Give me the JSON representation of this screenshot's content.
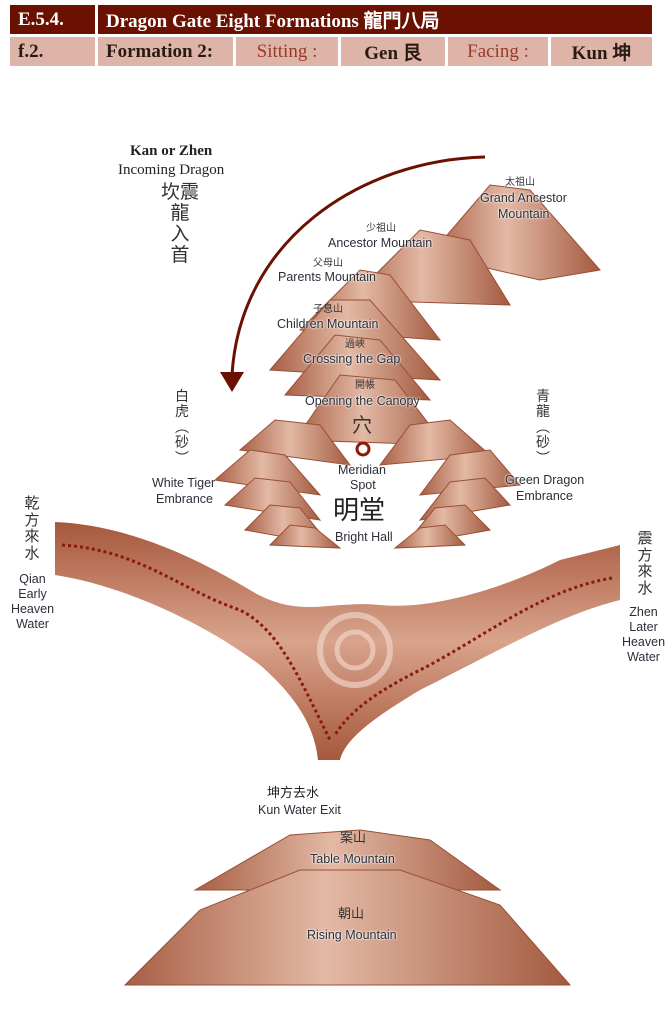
{
  "header": {
    "section": "E.5.4.",
    "title": "Dragon Gate Eight Formations 龍門八局",
    "figure": "f.2.",
    "formation": "Formation 2:",
    "sitting_label": "Sitting :",
    "sitting_value": "Gen 艮",
    "facing_label": "Facing :",
    "facing_value": "Kun 坤"
  },
  "colors": {
    "header_dark": "#6b1102",
    "header_light": "#ddb4a7",
    "mountain": "#b8735a",
    "arrow": "#6b1102"
  },
  "diagram": {
    "incoming_dragon": {
      "title": "Kan or Zhen",
      "subtitle": "Incoming Dragon",
      "chinese": "坎震\n龍\n入\n首"
    },
    "grand_ancestor": {
      "cn": "太祖山",
      "en1": "Grand Ancestor",
      "en2": "Mountain"
    },
    "ancestor": {
      "cn": "少祖山",
      "en": "Ancestor Mountain"
    },
    "parents": {
      "cn": "父母山",
      "en": "Parents Mountain"
    },
    "children": {
      "cn": "子息山",
      "en": "Children Mountain"
    },
    "crossing": {
      "cn": "過峽",
      "en": "Crossing the Gap"
    },
    "canopy": {
      "cn": "開帳",
      "en": "Opening the Canopy"
    },
    "meridian": {
      "cn": "穴",
      "en1": "Meridian",
      "en2": "Spot"
    },
    "white_tiger": {
      "cn": "白\n虎\n︵\n砂\n︶",
      "en1": "White Tiger",
      "en2": "Embrance"
    },
    "green_dragon": {
      "cn": "青\n龍\n︵\n砂\n︶",
      "en1": "Green Dragon",
      "en2": "Embrance"
    },
    "bright_hall": {
      "cn": "明堂",
      "en": "Bright Hall"
    },
    "qian_water": {
      "cn": "乾\n方\n來\n水",
      "en": "Qian\nEarly\nHeaven\nWater"
    },
    "zhen_water": {
      "cn": "震\n方\n來\n水",
      "en": "Zhen\nLater\nHeaven\nWater"
    },
    "kun_exit": {
      "cn": "坤方去水",
      "en": "Kun Water Exit"
    },
    "table": {
      "cn": "案山",
      "en": "Table Mountain"
    },
    "rising": {
      "cn": "朝山",
      "en": "Rising Mountain"
    }
  }
}
